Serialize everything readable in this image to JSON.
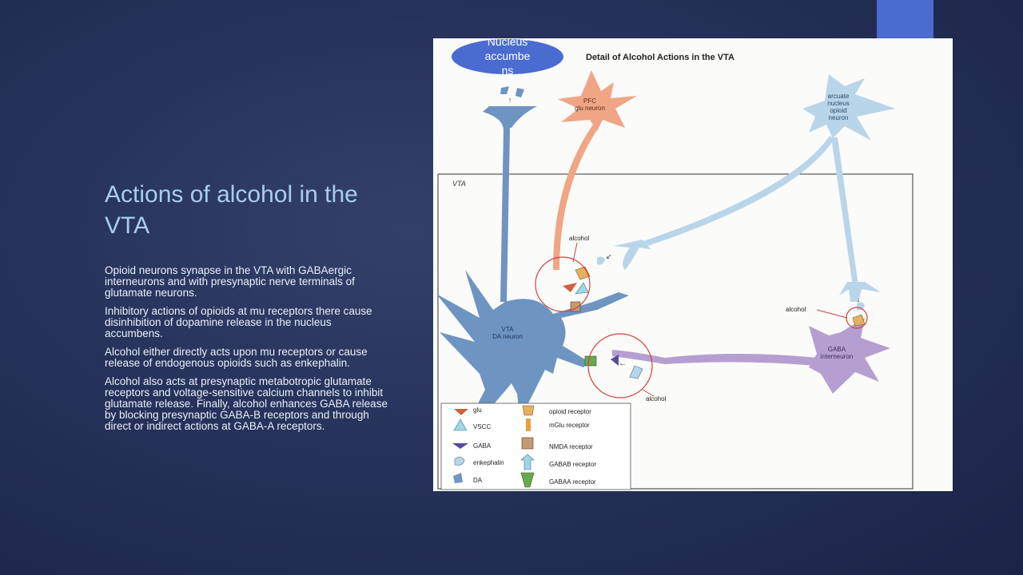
{
  "slide": {
    "title": "Actions of alcohol in the VTA",
    "paragraphs": [
      "Opioid neurons synapse in the VTA with GABAergic interneurons and with presynaptic nerve terminals of glutamate neurons.",
      "Inhibitory actions of opioids at mu receptors there cause disinhibition of dopamine release in the nucleus accumbens.",
      "Alcohol either directly acts upon mu receptors or cause release of endogenous opioids such as enkephalin.",
      "Alcohol also acts at presynaptic metabotropic glutamate receptors and voltage-sensitive calcium channels to inhibit glutamate release. Finally, alcohol enhances GABA release by blocking presynaptic GABA-B receptors and through direct or indirect actions at GABA-A receptors."
    ]
  },
  "colors": {
    "accent": "#4a6bd0",
    "title": "#a9cdf0",
    "da_neuron": "#6e94c2",
    "pfc_neuron": "#f0a585",
    "opioid_neuron": "#b9d5ea",
    "gaba_neuron": "#b59fd0",
    "alcohol_circle": "#d0453c"
  },
  "figure": {
    "title": "Detail of Alcohol Actions in the VTA",
    "nucleus_accumbens": "Nucleus accumbens",
    "vta_label": "VTA",
    "pfc": "PFC glu neuron",
    "arcuate": "arcuate nucleus opioid neuron",
    "vta_da": "VTA DA neuron",
    "gaba_interneuron": "GABA interneuron",
    "alcohol": "alcohol",
    "legend_left": [
      "glu",
      "VSCC",
      "GABA",
      "enkephalin",
      "DA"
    ],
    "legend_right": [
      "opioid receptor",
      "mGlu receptor",
      "NMDA receptor",
      "GABAB receptor",
      "GABAA receptor"
    ]
  }
}
